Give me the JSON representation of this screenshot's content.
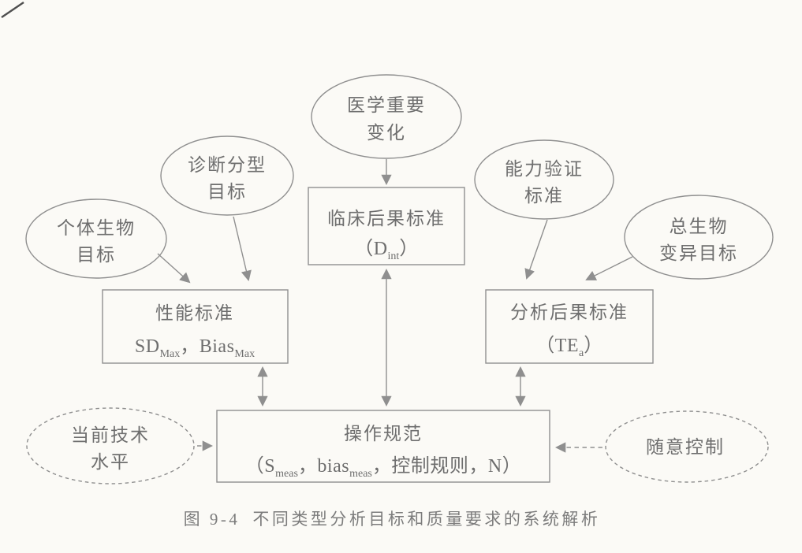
{
  "colors": {
    "background": "#fbfaf6",
    "line": "#8f8f8f",
    "text": "#6e6e6e",
    "caption": "#7c7c7c"
  },
  "ellipses": {
    "medical_change": {
      "line1": "医学重要",
      "line2": "变化"
    },
    "diagnostic_goal": {
      "line1": "诊断分型",
      "line2": "目标"
    },
    "individual_bio_goal": {
      "line1": "个体生物",
      "line2": "目标"
    },
    "proficiency_standard": {
      "line1": "能力验证",
      "line2": "标准"
    },
    "total_bio_variation_goal": {
      "line1": "总生物",
      "line2": "变异目标"
    },
    "current_tech_level": {
      "line1": "当前技术",
      "line2": "水平"
    },
    "arbitrary_control": {
      "line1": "随意控制"
    }
  },
  "boxes": {
    "clinical_outcome": {
      "title": "临床后果标准",
      "open": "（",
      "base": "D",
      "sub": "int",
      "close": "）"
    },
    "performance": {
      "title": "性能标准",
      "base1": "SD",
      "sub1": "Max",
      "sep": "，",
      "base2": "Bias",
      "sub2": "Max"
    },
    "analytical_outcome": {
      "title": "分析后果标准",
      "open": "（",
      "base": "TE",
      "sub": "a",
      "close": "）"
    },
    "operating_spec": {
      "title": "操作规范",
      "open": "（",
      "base1": "S",
      "sub1": "meas",
      "sep1": "，",
      "base2": "bias",
      "sub2": "meas",
      "sep2": "，",
      "term3": "控制规则",
      "sep3": "，",
      "term4": "N",
      "close": "）"
    }
  },
  "caption": {
    "figure_label": "图 9-4",
    "text": "不同类型分析目标和质量要求的系统解析"
  }
}
